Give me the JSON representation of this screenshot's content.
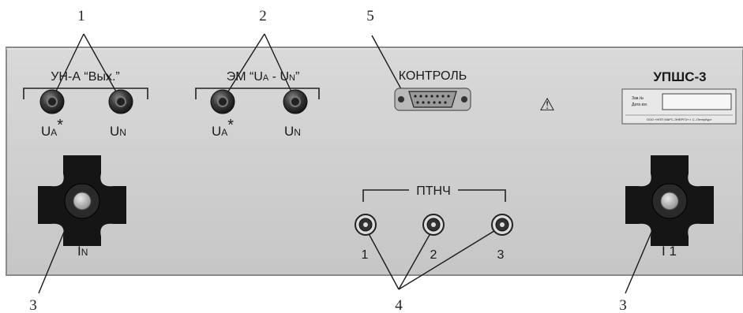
{
  "callouts": {
    "c1": "1",
    "c2": "2",
    "c3a": "3",
    "c3b": "3",
    "c4": "4",
    "c5": "5"
  },
  "panel": {
    "group_a": {
      "prefix": "УН-А “",
      "main": "Вых.",
      "suffix": "”"
    },
    "group_b": {
      "prefix": "ЭМ “",
      "u1": "U",
      "s1": "A",
      "dash": " - ",
      "u2": "U",
      "s2": "N",
      "suffix": "”"
    },
    "ua": {
      "u": "U",
      "sub": "A",
      "star": "*"
    },
    "un": {
      "u": "U",
      "sub": "N"
    },
    "control": "КОНТРОЛЬ",
    "model": "УПШС-3",
    "plate": {
      "line1": "Зав.№",
      "line2": "Дата изг.",
      "footer": "ООО «НПП МАРС-ЭНЕРГО» г. С.-Петербург"
    },
    "warning": "⚠",
    "ptnch": "ПТНЧ",
    "ptnch_labels": [
      "1",
      "2",
      "3"
    ],
    "in_label": {
      "i": "I",
      "sub": "N"
    },
    "i1_label": "I 1"
  },
  "colors": {
    "panel": "#cfcfcf",
    "edge": "#8a8a8a",
    "knob": "#151515",
    "text": "#1a1a1a"
  }
}
